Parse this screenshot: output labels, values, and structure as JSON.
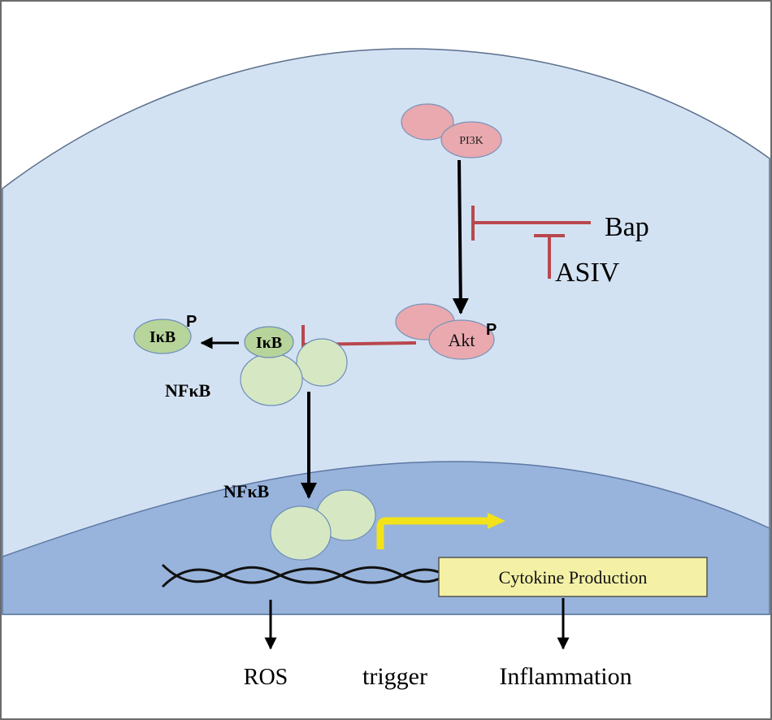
{
  "labels": {
    "pi3k": "PI3K",
    "akt": "Akt",
    "akt_phospho": "P",
    "ikb_bound": "IκB",
    "ikb_free": "IκB",
    "ikb_phospho": "P",
    "nfkb_cytoplasm": "NFκB",
    "nfkb_nucleus": "NFκB",
    "bap": "Bap",
    "asiv": "ASIV",
    "cytokine_production": "Cytokine Production",
    "ros": "ROS",
    "trigger": "trigger",
    "inflammation": "Inflammation"
  },
  "colors": {
    "cytoplasm": "#d3e2f3",
    "nucleus": "#98b4dc",
    "kinase_fill": "#e9a9af",
    "ikb_fill": "#b7d49b",
    "nfkb_fill": "#d6e8c3",
    "inhibition": "#b8474d",
    "transcription_arrow": "#f2e21a",
    "cytokine_box": "#f4f1a6"
  }
}
